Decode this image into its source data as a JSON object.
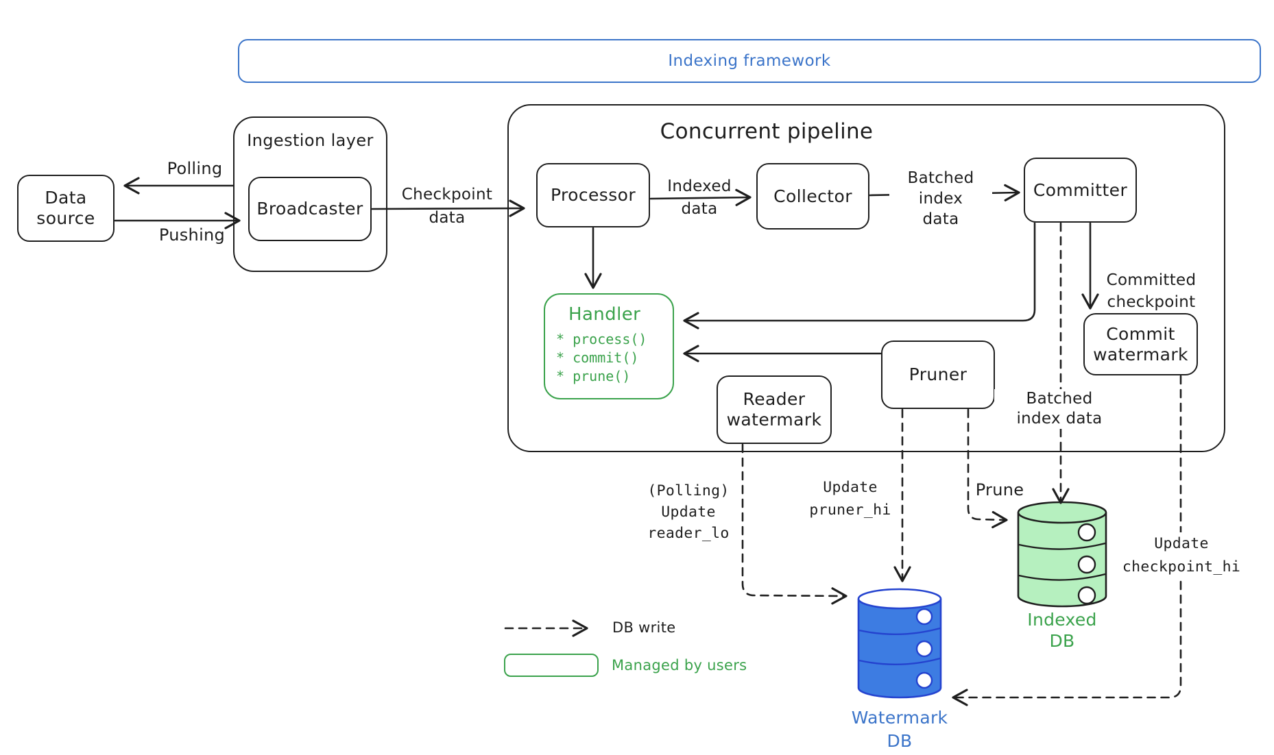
{
  "frame": {
    "title": "Indexing framework"
  },
  "nodes": {
    "data_source": {
      "label": "Data source"
    },
    "ingestion_layer": {
      "label": "Ingestion layer"
    },
    "broadcaster": {
      "label": "Broadcaster"
    },
    "concurrent_pipeline": {
      "label": "Concurrent pipeline"
    },
    "processor": {
      "label": "Processor"
    },
    "collector": {
      "label": "Collector"
    },
    "committer": {
      "label": "Committer"
    },
    "handler": {
      "label": "Handler",
      "methods": [
        "* process()",
        "* commit()",
        "* prune()"
      ]
    },
    "pruner": {
      "label": "Pruner"
    },
    "reader_watermark": {
      "label": "Reader\nwatermark"
    },
    "commit_watermark": {
      "label": "Commit\nwatermark"
    },
    "watermark_db": {
      "label": "Watermark\nDB"
    },
    "indexed_db": {
      "label": "Indexed\nDB"
    }
  },
  "edge_labels": {
    "polling": "Polling",
    "pushing": "Pushing",
    "checkpoint_data": "Checkpoint\ndata",
    "indexed_data": "Indexed\ndata",
    "batched_index_data_top": "Batched\nindex\ndata",
    "committed_checkpoint": "Committed\ncheckpoint",
    "batched_index_data_bottom": "Batched\nindex data",
    "update_reader_lo": "(Polling)\nUpdate\nreader_lo",
    "update_pruner_hi": "Update\npruner_hi",
    "prune": "Prune",
    "update_checkpoint_hi": "Update\ncheckpoint_hi"
  },
  "legend": {
    "db_write": "DB write",
    "managed_by_users": "Managed by users"
  },
  "colors": {
    "ink": "#1e1e1e",
    "blue_accent": "#3b74c9",
    "watermark_db_fill": "#3d7ce2",
    "watermark_db_stroke": "#2443cf",
    "green_accent": "#3aa24b",
    "indexed_db_fill": "#b6f0bf"
  }
}
